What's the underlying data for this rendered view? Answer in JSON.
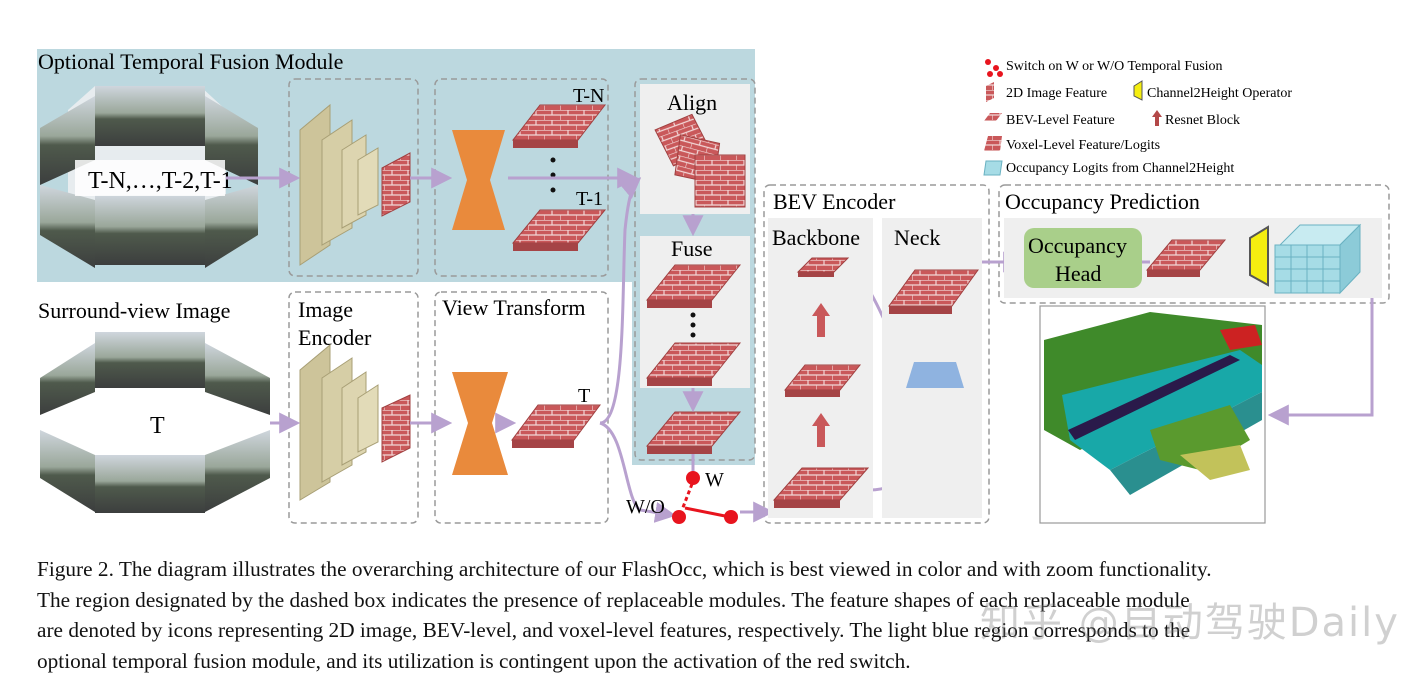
{
  "regions": {
    "temporal_title": "Optional Temporal Fusion Module",
    "frames_label": "T-N,…,T-2,T-1",
    "surround_title": "Surround-view Image",
    "current_label": "T",
    "image_encoder_title": "Image Encoder",
    "image_encoder_line1": "Image",
    "image_encoder_line2": "Encoder",
    "view_transform_title": "View Transform",
    "tn_label": "T-N",
    "t1_label": "T-1",
    "t_label": "T",
    "align_label": "Align",
    "fuse_label": "Fuse",
    "w_label": "W",
    "wo_label": "W/O",
    "bev_encoder_title": "BEV Encoder",
    "backbone_label": "Backbone",
    "neck_label": "Neck",
    "occ_pred_title": "Occupancy Prediction",
    "occ_head_line1": "Occupancy",
    "occ_head_line2": "Head"
  },
  "legend": [
    {
      "icon": "red-switch-icon",
      "label": "Switch on W or W/O Temporal Fusion"
    },
    {
      "icon": "image-feature-icon",
      "label": "2D Image Feature"
    },
    {
      "icon": "channel2height-icon",
      "label": "Channel2Height Operator"
    },
    {
      "icon": "bev-feature-icon",
      "label": "BEV-Level Feature"
    },
    {
      "icon": "resnet-arrow-icon",
      "label": "Resnet Block"
    },
    {
      "icon": "voxel-feature-icon",
      "label": "Voxel-Level Feature/Logits"
    },
    {
      "icon": "occupancy-logits-icon",
      "label": "Occupancy Logits from Channel2Height"
    }
  ],
  "colors": {
    "temporal_bg": "#bcd8df",
    "feature_red": "#c9585a",
    "encoder_tan": "#cdc49a",
    "transform_orange": "#e98a3c",
    "arrow_purple": "#b8a1cf",
    "switch_red": "#e8141e",
    "head_green": "#a9cf8a",
    "occ_cyan": "#a6dce6",
    "c2h_yellow": "#f5ee10",
    "neck_blue": "#8fb3e0"
  },
  "caption": {
    "line1": "Figure 2. The diagram illustrates the overarching architecture of our FlashOcc, which is best viewed in color and with zoom functionality.",
    "line2": "The region designated by the dashed box indicates the presence of replaceable modules. The feature shapes of each replaceable module",
    "line3": "are denoted by icons representing 2D image, BEV-level, and voxel-level features, respectively. The light blue region corresponds to the",
    "line4": "optional temporal fusion module, and its utilization is contingent upon the activation of the red switch."
  },
  "watermark": "知乎 @自动驾驶Daily"
}
